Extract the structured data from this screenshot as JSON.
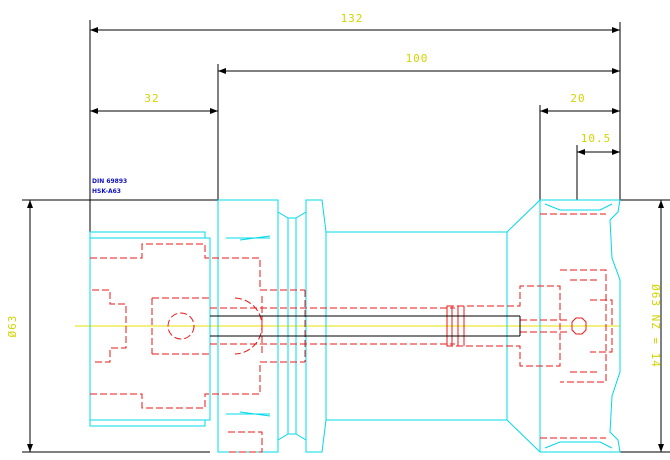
{
  "dimensions": {
    "overall_length": "132",
    "main_length": "100",
    "flange_length": "32",
    "nose_length": "20",
    "tip_length": "10.5",
    "diameter_left": "Ø63",
    "diameter_right": "Ø63 NZ = 14"
  },
  "notes": {
    "standard": "DIN 69893",
    "interface": "HSK-A63"
  },
  "colors": {
    "dimension_text": "#d4d400",
    "outline": "#00d8e8",
    "hidden": "#e81818",
    "note": "#1010c0",
    "axis": "#e8e000"
  }
}
